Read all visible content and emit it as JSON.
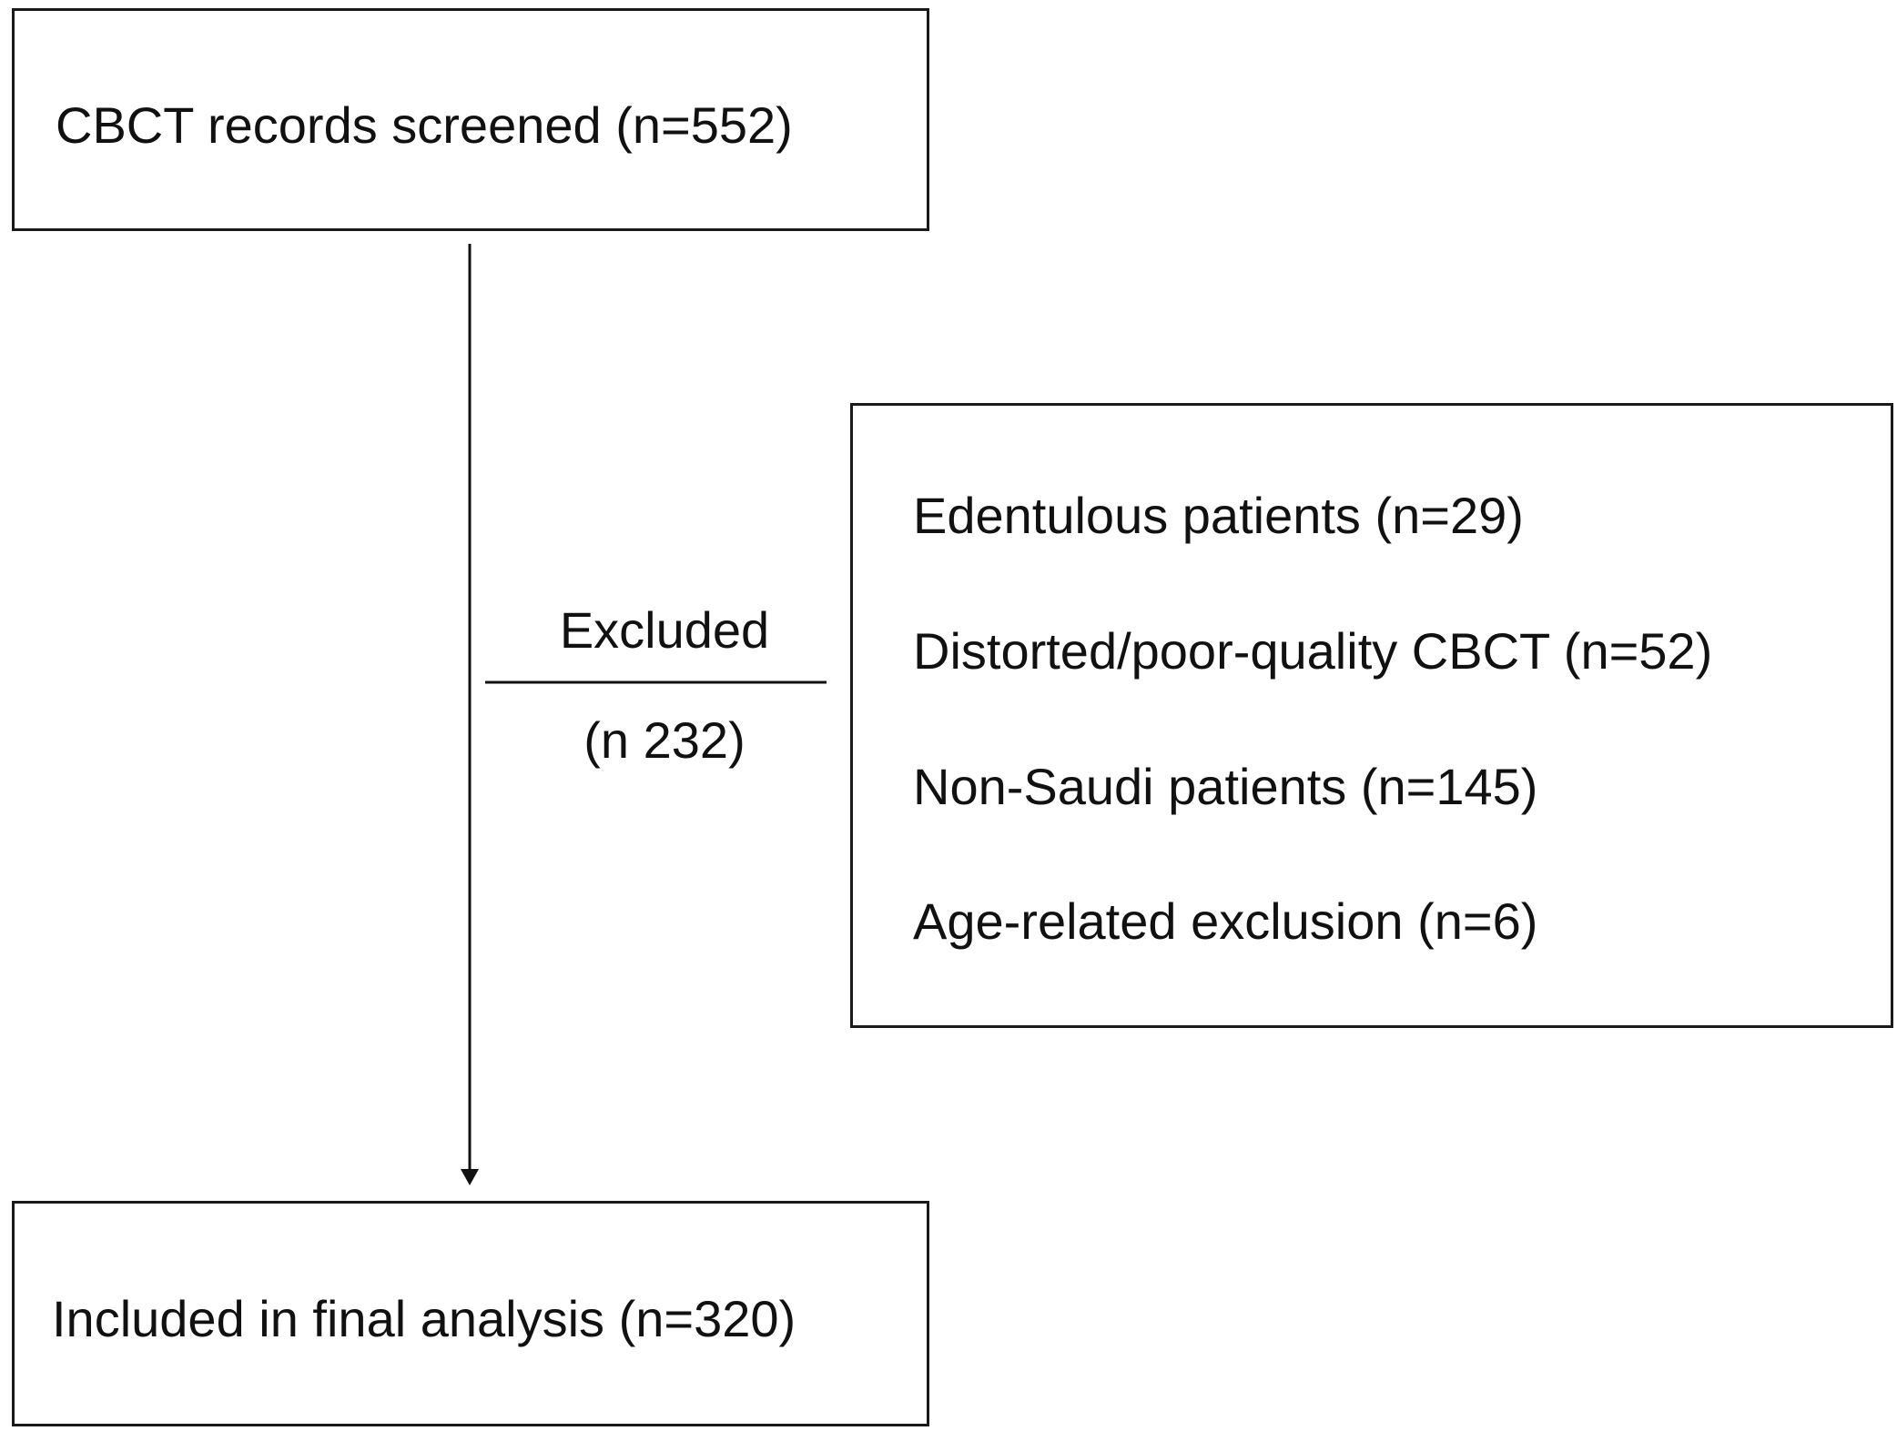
{
  "flowchart": {
    "screened_label": "CBCT records screened (n=552)",
    "excluded_label": "Excluded",
    "excluded_count": "(n 232)",
    "exclusion_reasons": [
      "Edentulous patients (n=29)",
      "Distorted/poor-quality CBCT (n=52)",
      "Non-Saudi patients (n=145)",
      "Age-related exclusion (n=6)"
    ],
    "included_label": "Included in final analysis (n=320)"
  }
}
